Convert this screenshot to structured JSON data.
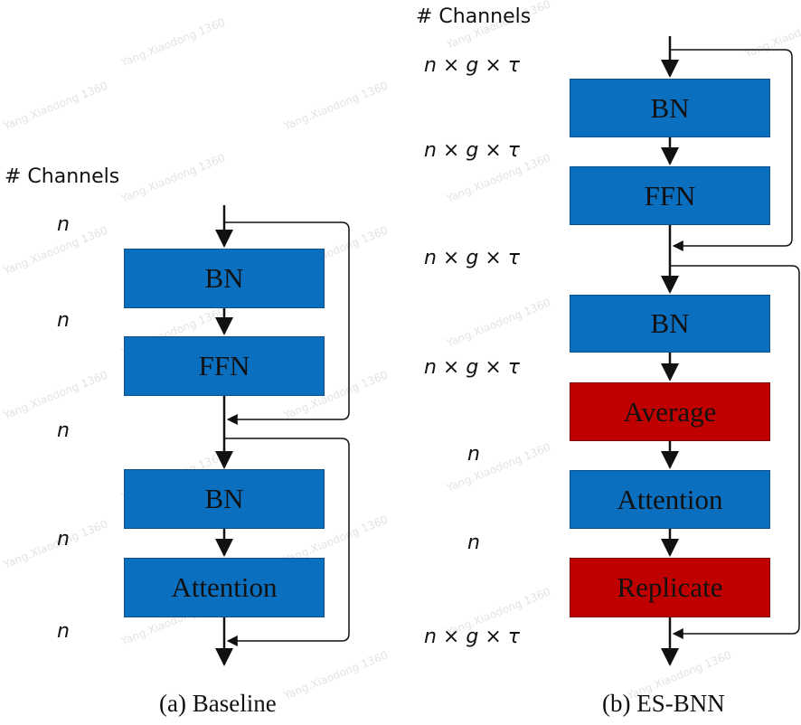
{
  "baseline": {
    "header": "# Channels",
    "channels": [
      "n",
      "n",
      "n",
      "n",
      "n"
    ],
    "blocks": [
      {
        "label": "BN",
        "color": "#0b6fc0"
      },
      {
        "label": "FFN",
        "color": "#0b6fc0"
      },
      {
        "label": "BN",
        "color": "#0b6fc0"
      },
      {
        "label": "Attention",
        "color": "#0b6fc0"
      }
    ],
    "caption": "(a) Baseline"
  },
  "esbnn": {
    "header": "# Channels",
    "channels": [
      "n × g × τ",
      "n × g × τ",
      "n × g × τ",
      "n × g × τ",
      "n",
      "n",
      "n × g × τ"
    ],
    "blocks": [
      {
        "label": "BN",
        "color": "#0b6fc0"
      },
      {
        "label": "FFN",
        "color": "#0b6fc0"
      },
      {
        "label": "BN",
        "color": "#0b6fc0"
      },
      {
        "label": "Average",
        "color": "#c00000"
      },
      {
        "label": "Attention",
        "color": "#0b6fc0"
      },
      {
        "label": "Replicate",
        "color": "#c00000"
      }
    ],
    "caption": "(b) ES-BNN"
  },
  "watermark": "Yang.Xiaodong 1360"
}
